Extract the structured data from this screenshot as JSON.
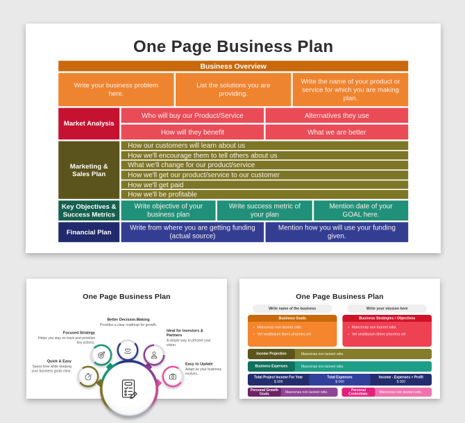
{
  "slide_table": {
    "title": "One Page Business Plan",
    "overview": {
      "header": "Business Overview",
      "cells": [
        "Write your business problem here.",
        "List the solutions you are providing.",
        "Write the name of your product or service for which you are making plan."
      ]
    },
    "market": {
      "label": "Market Analysis",
      "cells": [
        "Who will buy our Product/Service",
        "Alternatives they use",
        "How will they benefit",
        "What we are better"
      ]
    },
    "marketing": {
      "label": "Marketing & Sales Plan",
      "lines": [
        "How our customers will learn about us",
        "How we'll encourage them to tell others about us",
        "What we'll change for our product/service",
        "How we'll get our product/service to our customer",
        "How we'll get paid",
        "How we'll be profitable"
      ]
    },
    "objectives": {
      "label": "Key Objectives & Success Metrics",
      "cells": [
        "Write objective of your business plan",
        "Write success metric of your plan",
        "Mention date of your GOAL here."
      ]
    },
    "financial": {
      "label": "Financial Plan",
      "cells": [
        "Write from where you are getting funding (actual source)",
        "Mention how you will use your funding given."
      ]
    }
  },
  "slide_diagram": {
    "title": "One Page Business Plan",
    "items": [
      {
        "title": "Better Decision-Making",
        "desc": "Provides a clear roadmap for growth.",
        "color": "#2b3990",
        "icon": "heart-hands-icon"
      },
      {
        "title": "Focused Strategy",
        "desc": "Helps you stay on track and prioritize key actions.",
        "color": "#17947a",
        "icon": "target-icon"
      },
      {
        "title": "Ideal for Investors & Partners",
        "desc": "A simple way to present your vision.",
        "color": "#8e3f97",
        "icon": "presenter-icon"
      },
      {
        "title": "Quick & Easy",
        "desc": "Saves time while keeping your business goals clear.",
        "color": "#7b7327",
        "icon": "stopwatch-icon"
      },
      {
        "title": "Easy to Update",
        "desc": "Adapt as your business evolves.",
        "color": "#e8539f",
        "icon": "camera-icon"
      }
    ],
    "center_icon": "checklist-pencil-icon"
  },
  "slide_finance": {
    "title": "One Page Business Plan",
    "pills": [
      "Write name of the business",
      "Write your mission here"
    ],
    "goals": {
      "header": "Business Goals",
      "bullets": [
        "Maecenas non laoreet odio.",
        "Vel vestibulum libero pharetra vel"
      ]
    },
    "strategies": {
      "header": "Business Strategies / Objectives",
      "bullets": [
        "Maecenas non laoreet odio.",
        "Vel vestibulum libero pharetra vel"
      ]
    },
    "income_projection": {
      "label": "Income Projection",
      "text": "Maecenas non laoreet odio."
    },
    "business_expenses": {
      "label": "Business Expenses",
      "text": "Maecenas non laoreet odio."
    },
    "totals": [
      {
        "label": "Total Project Income For Year",
        "value": "$ 000"
      },
      {
        "label": "Total Expenses",
        "value": "$ 000"
      },
      {
        "label": "Income - Expenses + Profit",
        "value": "$ 000"
      }
    ],
    "personal_growth": {
      "label": "Personal Growth Goals",
      "text": "Maecenas non laoreet odio."
    },
    "personal_credentials": {
      "label": "Personal Credentials:",
      "text": "Maecenas non laoreet odio."
    }
  },
  "colors": {
    "background": "#e9e9e9",
    "card": "#ffffff",
    "orange_dark": "#c8690e",
    "orange": "#ef8430",
    "red_dark": "#c51230",
    "red": "#e94b57",
    "olive_dark": "#5b551d",
    "olive": "#7d7626",
    "teal_dark": "#16604f",
    "teal": "#209078",
    "navy_dark": "#212a6c",
    "navy": "#333e93",
    "purple": "#8e3f97",
    "pink": "#e8539f",
    "blue": "#2b3990"
  }
}
